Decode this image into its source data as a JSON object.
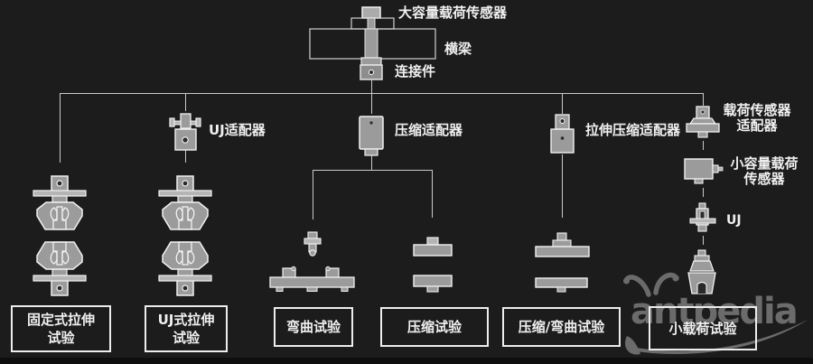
{
  "diagram": {
    "top": {
      "sensor_label": "大容量载荷传感器",
      "beam_label": "横梁",
      "connector_label": "连接件"
    },
    "adapters": {
      "uj": "UJ适配器",
      "compression": "压缩适配器",
      "tension_compression": "拉伸压缩适配器",
      "load_sensor_line1": "载荷传感器",
      "load_sensor_line2": "适配器",
      "small_sensor_line1": "小容量载荷",
      "small_sensor_line2": "传感器",
      "uj_joint": "UJ"
    },
    "tests": {
      "fixed_tensile_line1": "固定式拉伸",
      "fixed_tensile_line2": "试验",
      "uj_tensile_line1": "UJ式拉伸",
      "uj_tensile_line2": "试验",
      "bending": "弯曲试验",
      "compression": "压缩试验",
      "compression_bending": "压缩/弯曲试验",
      "small_load": "小载荷试验"
    },
    "watermark": "antpedia",
    "colors": {
      "background": "#1c1c1c",
      "line": "#c9c9c9",
      "text": "#f0f0f0",
      "icon_fill": "#9b9b9b",
      "icon_stroke": "#f2f2f2",
      "watermark": "#6b6b6b"
    }
  }
}
